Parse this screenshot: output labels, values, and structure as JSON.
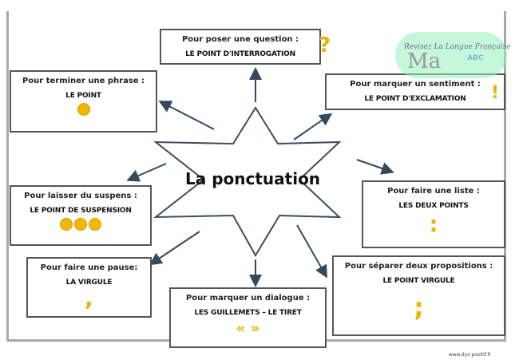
{
  "title": "La ponctuation",
  "boxes": {
    "question": {
      "purpose": "Pour poser une question :",
      "name": "LE POINT D'INTERROGATION",
      "symbol": "?"
    },
    "sentiment": {
      "purpose": "Pour marquer un sentiment :",
      "name": "LE POINT D'EXCLAMATION",
      "symbol": "!"
    },
    "point": {
      "purpose": "Pour terminer une phrase :",
      "name": "LE POINT"
    },
    "suspens": {
      "purpose": "Pour laisser du suspens :",
      "name": "LE POINT DE SUSPENSION"
    },
    "liste": {
      "purpose": "Pour faire une liste :",
      "name": "LES DEUX POINTS",
      "symbol": ":"
    },
    "pause": {
      "purpose": "Pour faire une pause:",
      "name": "LA VIRGULE",
      "symbol": ","
    },
    "dialogue": {
      "purpose": "Pour marquer un dialogue :",
      "name": "LES GUILLEMETS – LE TIRET",
      "symbol": "« »"
    },
    "propositions": {
      "purpose": "Pour séparer deux propositions :",
      "name": "LE  POINT  VIRGULE",
      "symbol": ";"
    }
  },
  "watermark": {
    "line1": "Revisez La Langue Française",
    "line2": "Ma",
    "abc": "ABC"
  },
  "footer": "www.dys-positif.fr"
}
